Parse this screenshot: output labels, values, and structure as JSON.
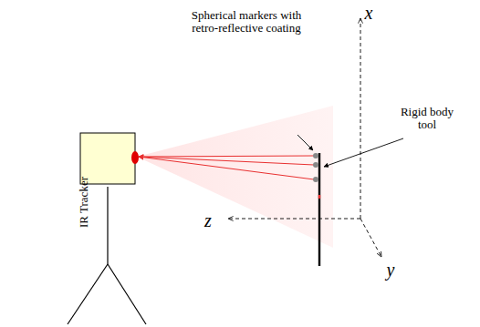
{
  "diagram": {
    "labels": [
      "Spherical markers with retro-reflective coating",
      "Rigid body tool",
      "IR Tracker",
      "x",
      "z",
      "y"
    ]
  }
}
